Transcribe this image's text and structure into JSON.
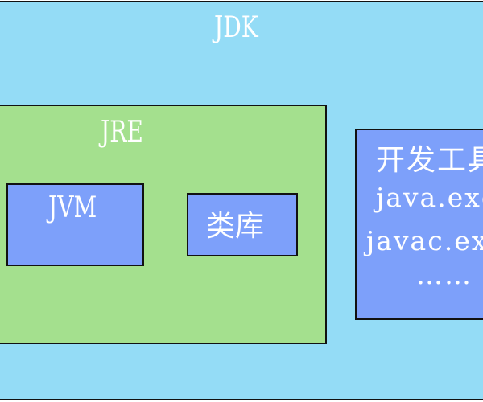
{
  "jdk": {
    "label": "JDK",
    "color": "#94dcf6"
  },
  "jre": {
    "label": "JRE",
    "color": "#a4e08e"
  },
  "jvm": {
    "label": "JVM",
    "color": "#7da0fa"
  },
  "library": {
    "label": "类库",
    "color": "#7da0fa"
  },
  "dev_tools": {
    "label": "开发工具",
    "items": [
      "java.exe",
      "javac.exe",
      "……"
    ],
    "color": "#7da0fa"
  }
}
